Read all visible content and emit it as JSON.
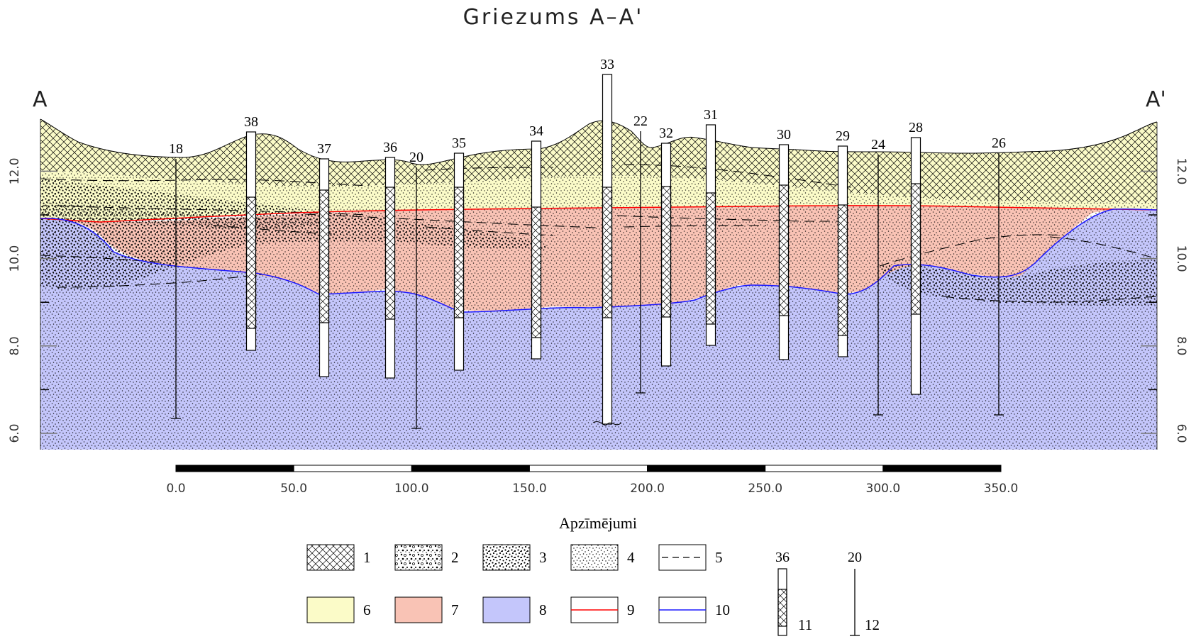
{
  "title": "Griezums A–A'",
  "end_left": "A",
  "end_right": "A'",
  "colors": {
    "fill_soil": "#fbfbc8",
    "fill_sand": "#f9c3b5",
    "fill_clay": "#c4c6fb",
    "line_red": "#ff0000",
    "line_blue": "#1c18ff",
    "ink": "#000000"
  },
  "axis": {
    "ticks": [
      {
        "value": 6.0,
        "label": "6.0"
      },
      {
        "value": 8.0,
        "label": "8.0"
      },
      {
        "value": 10.0,
        "label": "10.0"
      },
      {
        "value": 12.0,
        "label": "12.0"
      }
    ],
    "minor_ticks": [
      7.0,
      9.0,
      11.0
    ]
  },
  "scale": {
    "max": 350,
    "ticks": [
      {
        "value": 0,
        "label": "0.0"
      },
      {
        "value": 50,
        "label": "50.0"
      },
      {
        "value": 100,
        "label": "100.0"
      },
      {
        "value": 150,
        "label": "150.0"
      },
      {
        "value": 200,
        "label": "200.0"
      },
      {
        "value": 250,
        "label": "250.0"
      },
      {
        "value": 300,
        "label": "300.0"
      },
      {
        "value": 350,
        "label": "350.0"
      }
    ]
  },
  "boreholes": [
    {
      "label": "18",
      "dist": 0,
      "kind": "line"
    },
    {
      "label": "38",
      "dist": 32,
      "kind": "column"
    },
    {
      "label": "37",
      "dist": 63,
      "kind": "column"
    },
    {
      "label": "36",
      "dist": 91,
      "kind": "column"
    },
    {
      "label": "20",
      "dist": 102,
      "kind": "line"
    },
    {
      "label": "35",
      "dist": 120,
      "kind": "column"
    },
    {
      "label": "34",
      "dist": 153,
      "kind": "column"
    },
    {
      "label": "33",
      "dist": 183,
      "kind": "column"
    },
    {
      "label": "22",
      "dist": 197,
      "kind": "line"
    },
    {
      "label": "32",
      "dist": 208,
      "kind": "column"
    },
    {
      "label": "31",
      "dist": 227,
      "kind": "column"
    },
    {
      "label": "30",
      "dist": 258,
      "kind": "column"
    },
    {
      "label": "29",
      "dist": 283,
      "kind": "column"
    },
    {
      "label": "24",
      "dist": 298,
      "kind": "line"
    },
    {
      "label": "28",
      "dist": 314,
      "kind": "column"
    },
    {
      "label": "26",
      "dist": 349,
      "kind": "line"
    }
  ],
  "legend": {
    "title": "Apzīmējumi",
    "items": [
      {
        "num": "1",
        "pattern": "crosshatch"
      },
      {
        "num": "2",
        "pattern": "gravel"
      },
      {
        "num": "3",
        "pattern": "coarse-dots"
      },
      {
        "num": "4",
        "pattern": "fine-dots"
      },
      {
        "num": "5",
        "pattern": "dashed-line"
      },
      {
        "num": "6",
        "pattern": "yellow-fill"
      },
      {
        "num": "7",
        "pattern": "salmon-fill"
      },
      {
        "num": "8",
        "pattern": "blue-fill"
      },
      {
        "num": "9",
        "pattern": "red-line"
      },
      {
        "num": "10",
        "pattern": "blue-line"
      }
    ],
    "borehole_column": {
      "top_label": "36",
      "num": "11"
    },
    "borehole_line": {
      "top_label": "20",
      "num": "12"
    }
  }
}
